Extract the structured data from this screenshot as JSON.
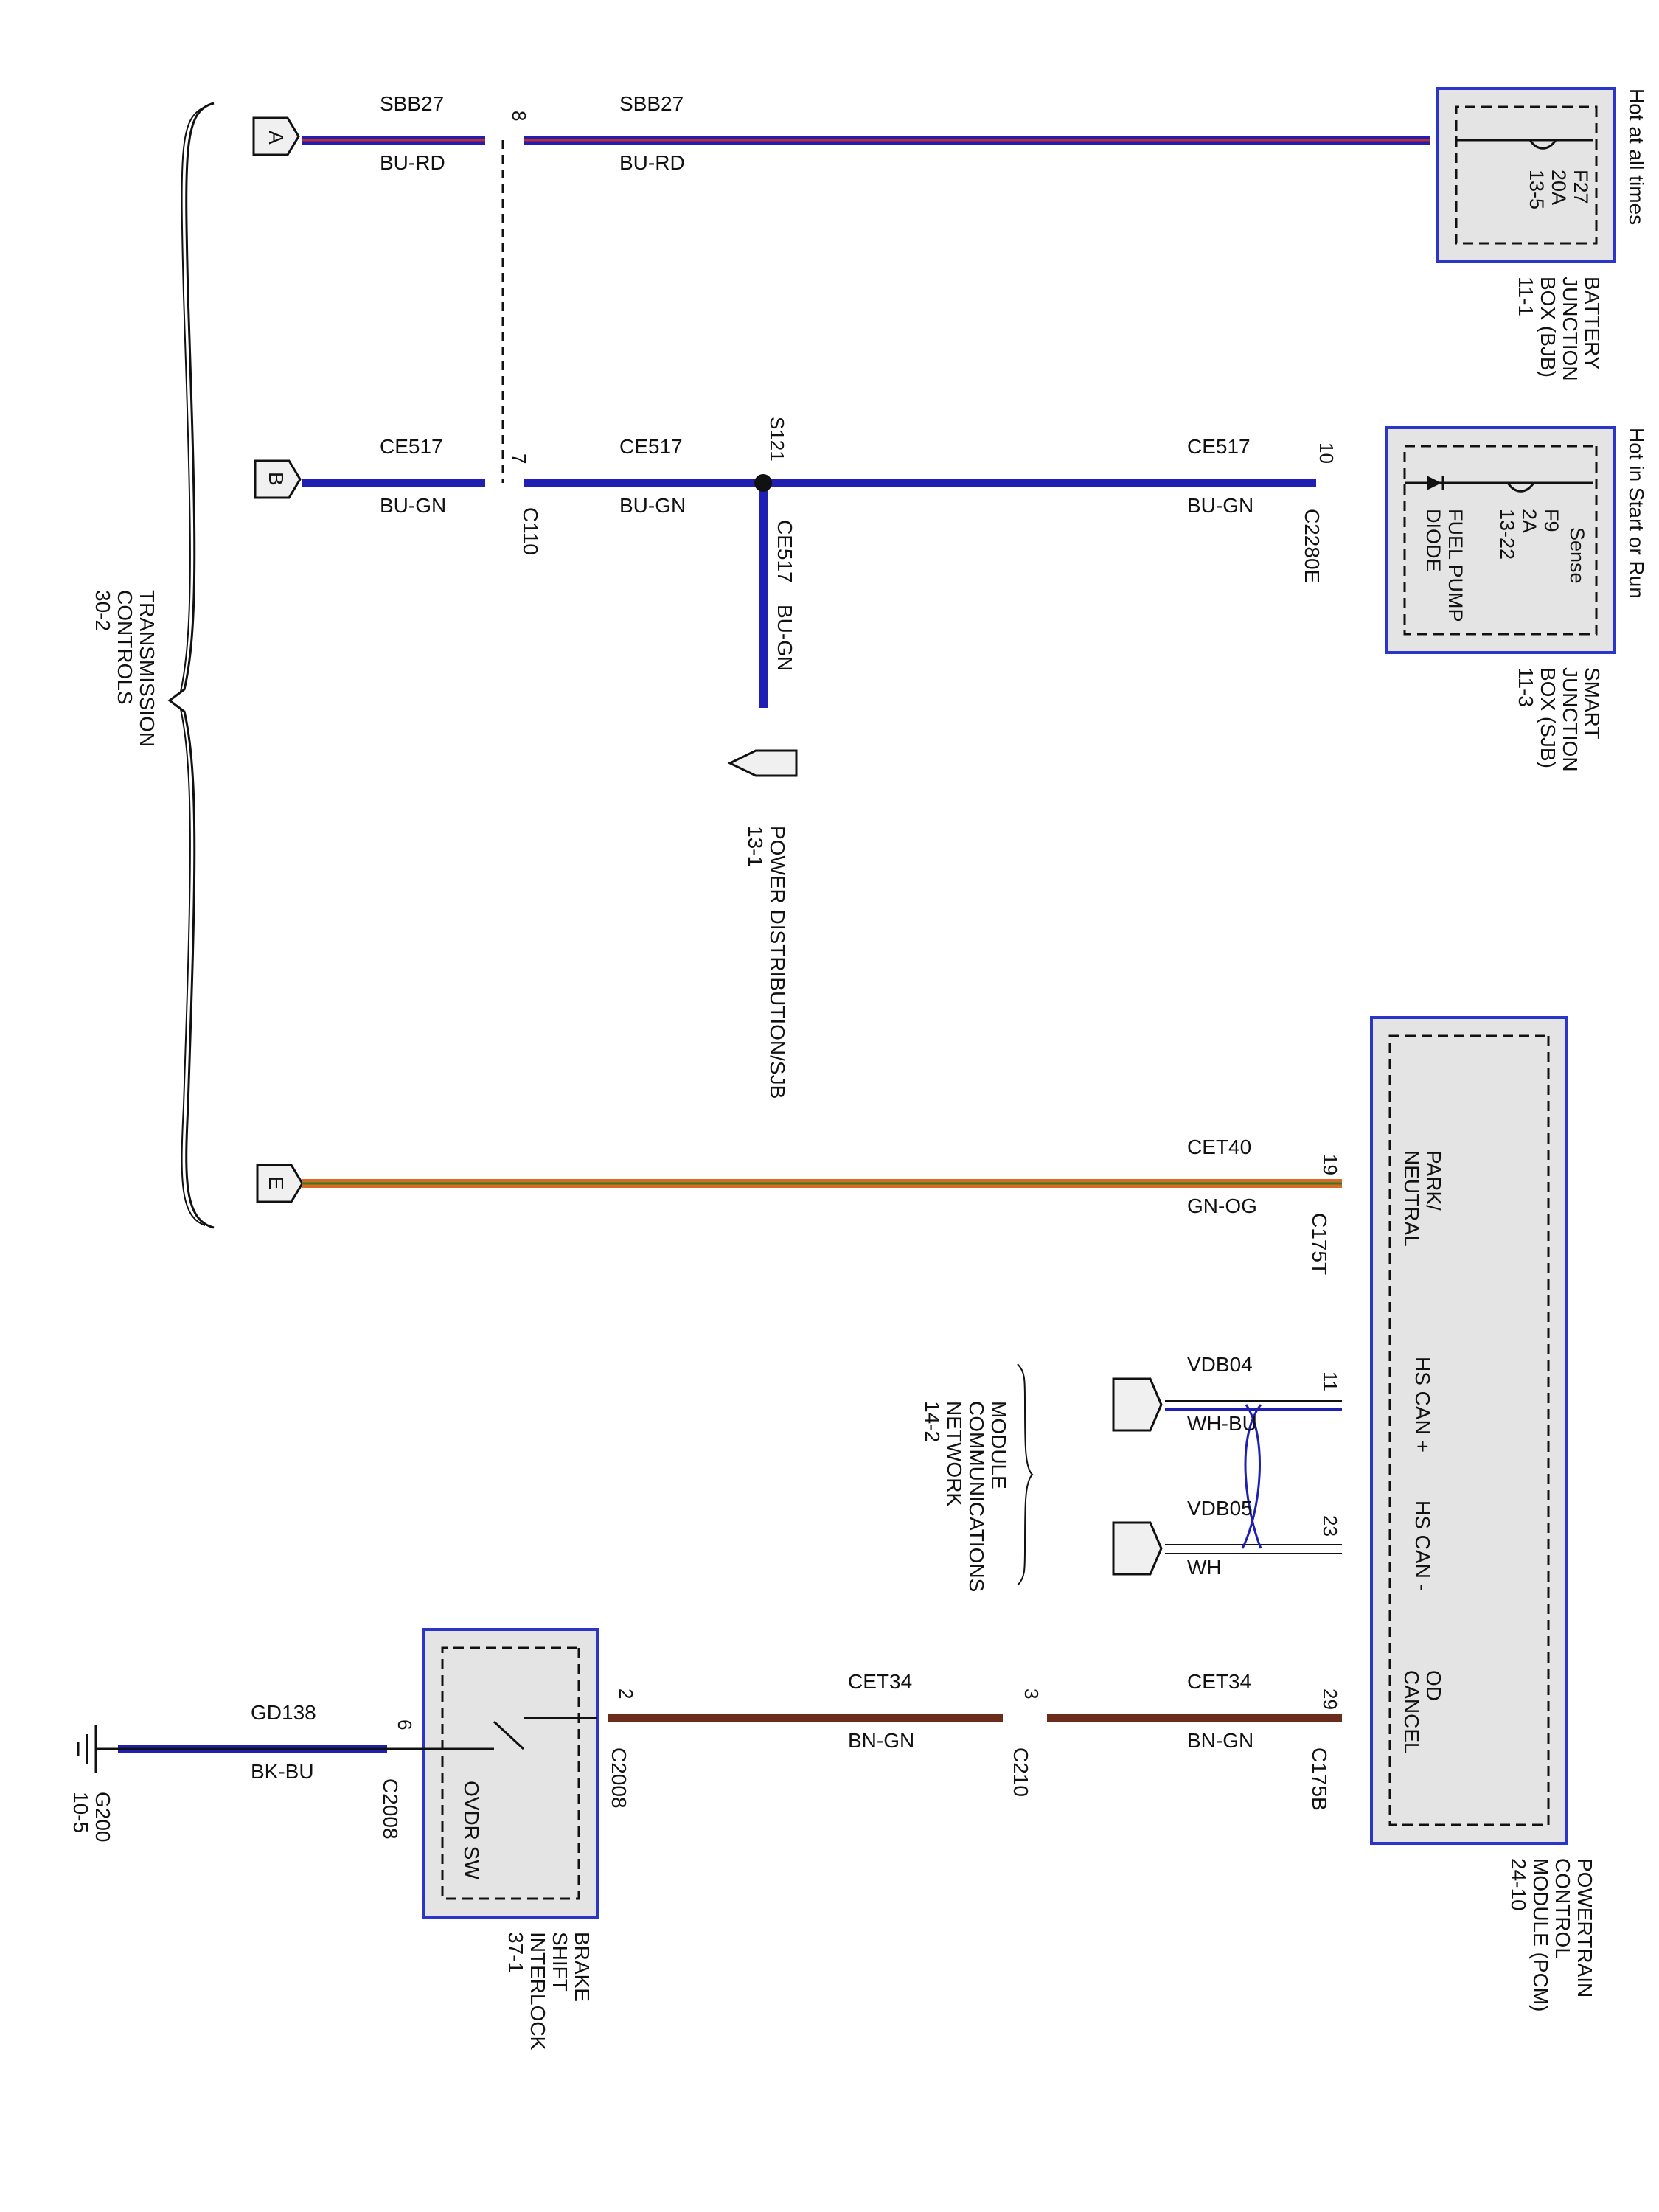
{
  "components": {
    "bjb": {
      "header": "Hot at all times",
      "fuse_id": "F27",
      "fuse_rating": "20A",
      "fuse_ref": "13-5",
      "name_lines": [
        "BATTERY",
        "JUNCTION",
        "BOX (BJB)",
        "11-1"
      ]
    },
    "sjb": {
      "header": "Hot in Start or Run",
      "fuse_id": "F9",
      "fuse_rating": "2A",
      "fuse_ref": "13-22",
      "sense_label": "Sense",
      "diode_lines": [
        "FUEL PUMP",
        "DIODE"
      ],
      "name_lines": [
        "SMART",
        "JUNCTION",
        "BOX (SJB)",
        "11-3"
      ]
    },
    "pcm": {
      "pin_labels": {
        "park_neutral": [
          "PARK/",
          "NEUTRAL"
        ],
        "hs_can_plus": "HS CAN +",
        "hs_can_minus": "HS CAN -",
        "od_cancel": [
          "OD",
          "CANCEL"
        ]
      },
      "name_lines": [
        "POWERTRAIN",
        "CONTROL",
        "MODULE (PCM)",
        "24-10"
      ]
    },
    "bsi": {
      "switch_label": "OVDR SW",
      "name_lines": [
        "BRAKE",
        "SHIFT",
        "INTERLOCK",
        "37-1"
      ]
    }
  },
  "connectors": {
    "a": "A",
    "b": "B",
    "e": "E"
  },
  "references": {
    "transmission_controls": [
      "TRANSMISSION",
      "CONTROLS",
      "30-2"
    ],
    "power_distribution": [
      "POWER DISTRIBUTION/SJB",
      "13-1"
    ],
    "module_comm": [
      "MODULE",
      "COMMUNICATIONS",
      "NETWORK",
      "14-2"
    ],
    "ground": [
      "G200",
      "10-5"
    ]
  },
  "splice": "S121",
  "wires": {
    "sbb27_a": {
      "circuit": "SBB27",
      "color": "BU-RD"
    },
    "sbb27_b": {
      "circuit": "SBB27",
      "color": "BU-RD"
    },
    "ce517_a": {
      "circuit": "CE517",
      "color": "BU-GN"
    },
    "ce517_b": {
      "circuit": "CE517",
      "color": "BU-GN"
    },
    "ce517_c": {
      "circuit": "CE517",
      "color": "BU-GN"
    },
    "ce517_d": {
      "circuit": "CE517",
      "color": "BU-GN"
    },
    "cet40": {
      "circuit": "CET40",
      "color": "GN-OG"
    },
    "vdb04": {
      "circuit": "VDB04",
      "color": "WH-BU"
    },
    "vdb05": {
      "circuit": "VDB05",
      "color": "WH"
    },
    "cet34_a": {
      "circuit": "CET34",
      "color": "BN-GN"
    },
    "cet34_b": {
      "circuit": "CET34",
      "color": "BN-GN"
    },
    "gd138": {
      "circuit": "GD138",
      "color": "BK-BU"
    }
  },
  "pins": {
    "c110_8": "8",
    "c110_7": "7",
    "c2280e_10": "10",
    "c175t_19": "19",
    "can_11": "11",
    "can_23": "23",
    "c175b_29": "29",
    "c210_3": "3",
    "c2008_2": "2",
    "c2008_6": "6"
  },
  "connector_ids": {
    "c110": "C110",
    "c2280e": "C2280E",
    "c175t": "C175T",
    "c175b": "C175B",
    "c210": "C210",
    "c2008_a": "C2008",
    "c2008_b": "C2008"
  },
  "colors": {
    "outline_blue": "#2b35c9",
    "box_fill": "#e4e4e4",
    "wire_blue": "#1f1fb4",
    "wire_red": "#c42a2a",
    "wire_green": "#2f7a2f",
    "wire_orange": "#d96a1f",
    "wire_brown": "#6b2c1c",
    "wire_black": "#111111"
  }
}
